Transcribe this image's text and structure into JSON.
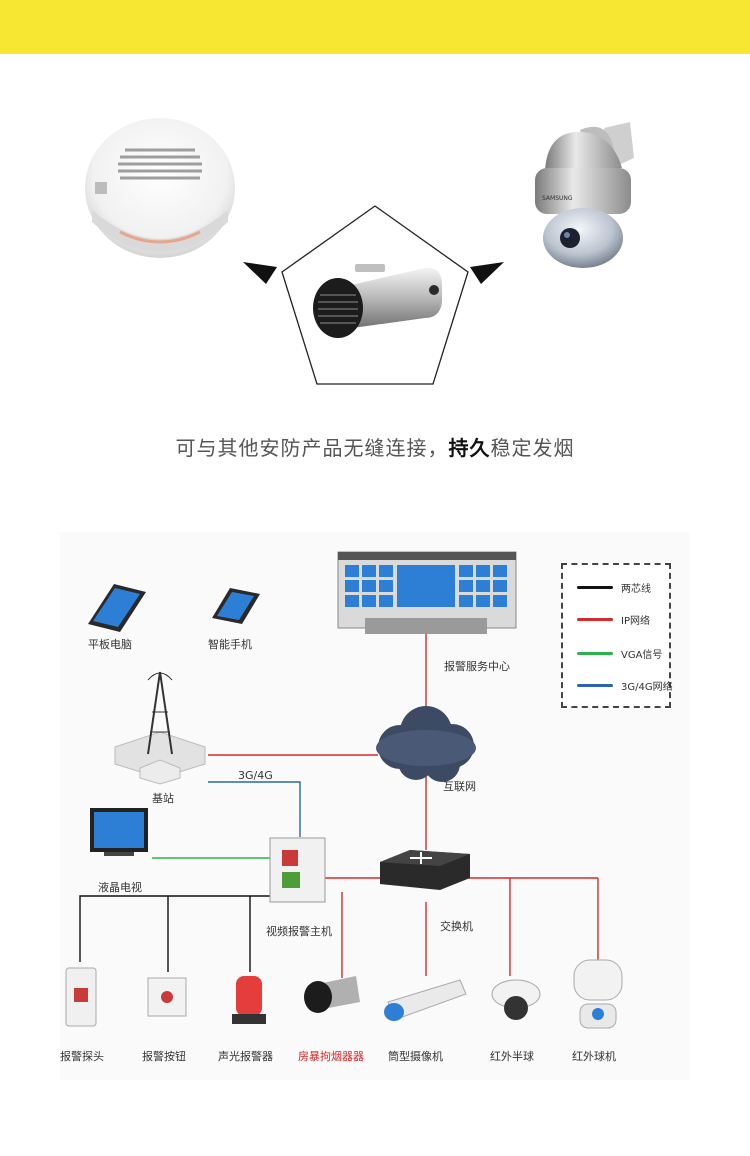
{
  "tagline": {
    "pre": "可与其他安防产品无缝连接，",
    "bold": "持久",
    "post": "稳定发烟"
  },
  "legend": [
    {
      "label": "两芯线",
      "color": "#111111"
    },
    {
      "label": "IP网络",
      "color": "#d62a2a"
    },
    {
      "label": "VGA信号",
      "color": "#2db34a"
    },
    {
      "label": "3G/4G网络",
      "color": "#2c64b0"
    }
  ],
  "nodes": {
    "tablet": "平板电脑",
    "phone": "智能手机",
    "alarm_center": "报警服务中心",
    "base_station": "基站",
    "link_3g4g": "3G/4G",
    "internet": "互联网",
    "lcd_tv": "液晶电视",
    "video_alarm_host": "视频报警主机",
    "switch": "交换机",
    "alarm_detector": "报警探头",
    "alarm_button": "报警按钮",
    "sound_light_alarm": "声光报警器",
    "smoke_generator": "房暴拘烟器器",
    "bullet_camera": "筒型摄像机",
    "ir_dome": "红外半球",
    "ir_ptz": "红外球机"
  },
  "hero_camera_brand": "SAMSUNG",
  "colors": {
    "yellow": "#f7e733",
    "red_line": "#d62a2a",
    "green_line": "#2db34a",
    "blue_line": "#2c64b0",
    "black_line": "#111111"
  }
}
